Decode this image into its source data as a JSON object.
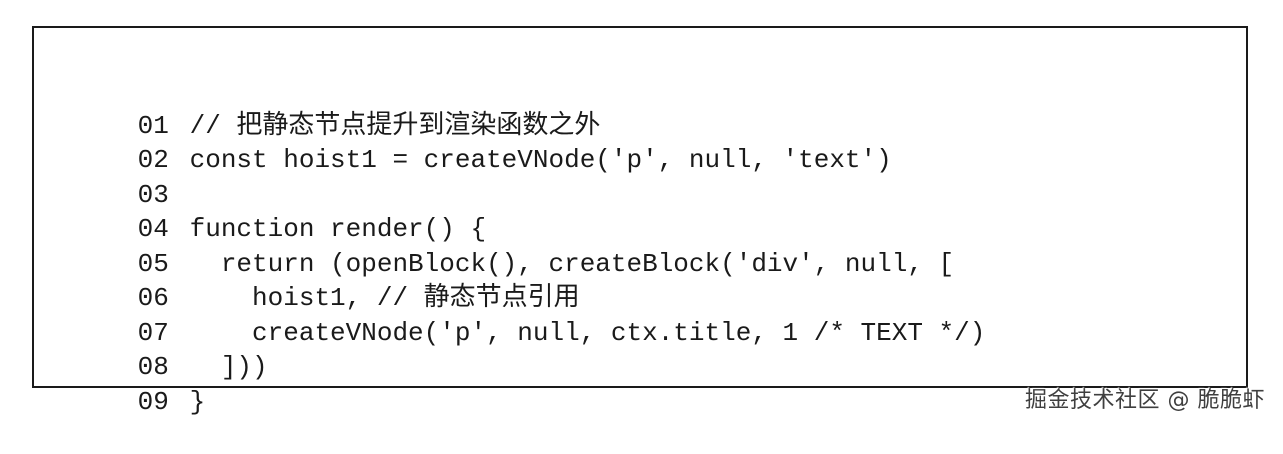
{
  "code": {
    "lines": [
      {
        "num": "01",
        "text": "// 把静态节点提升到渲染函数之外"
      },
      {
        "num": "02",
        "text": "const hoist1 = createVNode('p', null, 'text')"
      },
      {
        "num": "03",
        "text": ""
      },
      {
        "num": "04",
        "text": "function render() {"
      },
      {
        "num": "05",
        "text": "  return (openBlock(), createBlock('div', null, ["
      },
      {
        "num": "06",
        "text": "    hoist1, // 静态节点引用"
      },
      {
        "num": "07",
        "text": "    createVNode('p', null, ctx.title, 1 /* TEXT */)"
      },
      {
        "num": "08",
        "text": "  ]))"
      },
      {
        "num": "09",
        "text": "}"
      }
    ]
  },
  "watermark": {
    "text": "掘金技术社区 @ 脆脆虾"
  }
}
